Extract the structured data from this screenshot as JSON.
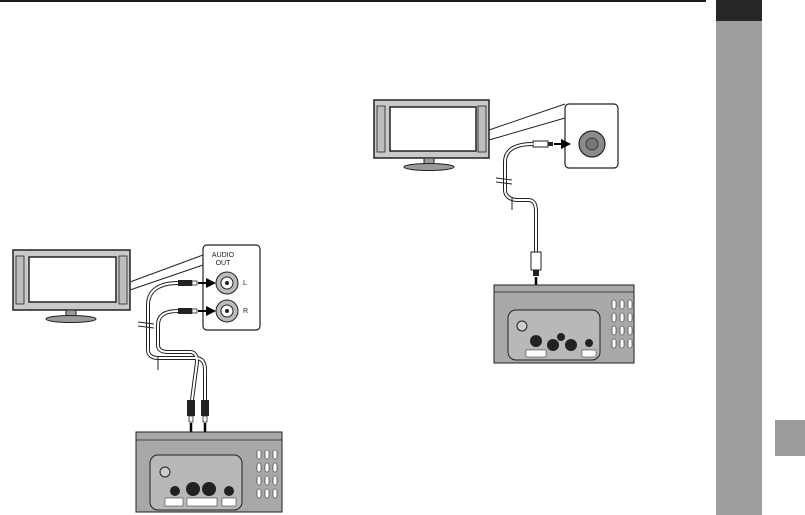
{
  "audio_out_panel": {
    "title_line1": "AUDIO",
    "title_line2": "OUT",
    "left_label": "L",
    "right_label": "R"
  },
  "colors": {
    "rule": "#1a1a1a",
    "side_strip": "#9e9e9e",
    "top_tab": "#262626",
    "unit_panel": "#a8a8a8"
  },
  "icons": [
    "tv-icon",
    "rca-plug-icon",
    "cable-icon",
    "jack-icon",
    "screw-icon",
    "arrow-icon"
  ]
}
